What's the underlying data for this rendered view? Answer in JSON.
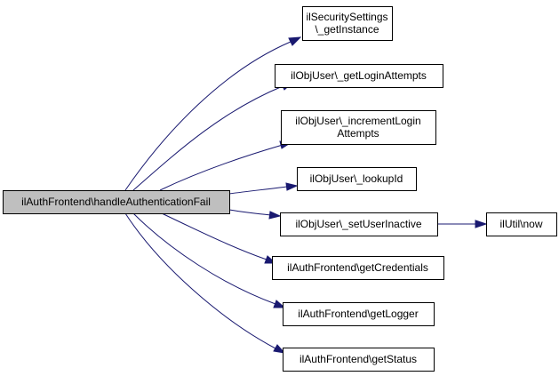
{
  "graph": {
    "root": {
      "id": "root",
      "lines": [
        "ilAuthFrontend\\handleAuthenticationFail"
      ]
    },
    "nodes": [
      {
        "id": "n1",
        "lines": [
          "ilSecuritySettings",
          "\\_getInstance"
        ]
      },
      {
        "id": "n2",
        "lines": [
          "ilObjUser\\_getLoginAttempts"
        ]
      },
      {
        "id": "n3",
        "lines": [
          "ilObjUser\\_incrementLogin",
          "Attempts"
        ]
      },
      {
        "id": "n4",
        "lines": [
          "ilObjUser\\_lookupId"
        ]
      },
      {
        "id": "n5",
        "lines": [
          "ilObjUser\\_setUserInactive"
        ]
      },
      {
        "id": "n6",
        "lines": [
          "ilAuthFrontend\\getCredentials"
        ]
      },
      {
        "id": "n7",
        "lines": [
          "ilAuthFrontend\\getLogger"
        ]
      },
      {
        "id": "n8",
        "lines": [
          "ilAuthFrontend\\getStatus"
        ]
      },
      {
        "id": "n9",
        "lines": [
          "ilUtil\\now"
        ]
      }
    ],
    "edges": [
      {
        "from": "root",
        "to": "n1"
      },
      {
        "from": "root",
        "to": "n2"
      },
      {
        "from": "root",
        "to": "n3"
      },
      {
        "from": "root",
        "to": "n4"
      },
      {
        "from": "root",
        "to": "n5"
      },
      {
        "from": "root",
        "to": "n6"
      },
      {
        "from": "root",
        "to": "n7"
      },
      {
        "from": "root",
        "to": "n8"
      },
      {
        "from": "n5",
        "to": "n9"
      }
    ],
    "colors": {
      "edge": "#191970",
      "root_fill": "#bfbfbf",
      "node_fill": "#ffffff",
      "border": "#000000"
    }
  }
}
